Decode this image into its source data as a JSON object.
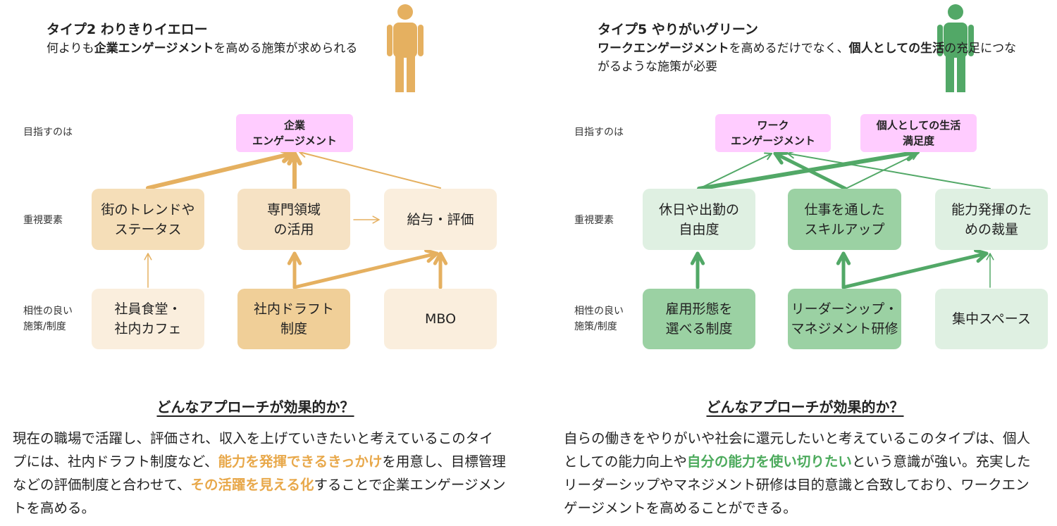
{
  "colors": {
    "orange": "#e5b060",
    "green": "#52a867",
    "goal_pink": "#ffccff"
  },
  "left": {
    "title": "タイプ2 わりきりイエロー",
    "subtitle": {
      "pre": "何よりも",
      "bold": "企業エンゲージメント",
      "post": "を高める施策が求められる"
    },
    "person_icon": "person-icon",
    "row_labels": [
      "目指すのは",
      "重視要素",
      "相性の良い\n施策/制度"
    ],
    "goal": "企業\nエンゲージメント",
    "factors": [
      "街のトレンドや\nステータス",
      "専門領域\nの活用",
      "給与・評価"
    ],
    "measures": [
      "社員食堂・\n社内カフェ",
      "社内ドラフト\n制度",
      "MBO"
    ],
    "heading": "どんなアプローチが効果的か？",
    "paragraph": [
      {
        "t": "現在の職場で活躍し、評価され、収入を上げていきたいと考えているこのタイプには、社内ドラフト制度など、"
      },
      {
        "t": "能力を発揮できるきっかけ",
        "hl": true
      },
      {
        "t": "を用意し、目標管理などの評価制度と合わせて、"
      },
      {
        "t": "その活躍を見える化",
        "hl": true
      },
      {
        "t": "することで企業エンゲージメントを高める。"
      }
    ]
  },
  "right": {
    "title": "タイプ5 やりがいグリーン",
    "subtitle": {
      "bold1": "ワークエンゲージメント",
      "mid": "を高めるだけでなく、",
      "bold2": "個人としての生活",
      "post": "の充足につながるような施策が必要"
    },
    "person_icon": "person-icon",
    "row_labels": [
      "目指すのは",
      "重視要素",
      "相性の良い\n施策/制度"
    ],
    "goals": [
      "ワーク\nエンゲージメント",
      "個人としての生活\n満足度"
    ],
    "factors": [
      "休日や出勤の\n自由度",
      "仕事を通した\nスキルアップ",
      "能力発揮のた\nめの裁量"
    ],
    "measures": [
      "雇用形態を\n選べる制度",
      "リーダーシップ・\nマネジメント研修",
      "集中スペース"
    ],
    "heading": "どんなアプローチが効果的か？",
    "paragraph": [
      {
        "t": "自らの働きをやりがいや社会に還元したいと考えているこのタイプは、個人としての能力向上や"
      },
      {
        "t": "自分の能力を使い切りたい",
        "hl": true
      },
      {
        "t": "という意識が強い。充実したリーダーシップやマネジメント研修は目的意識と合致しており、ワークエンゲージメントを高めることができる。"
      }
    ]
  }
}
